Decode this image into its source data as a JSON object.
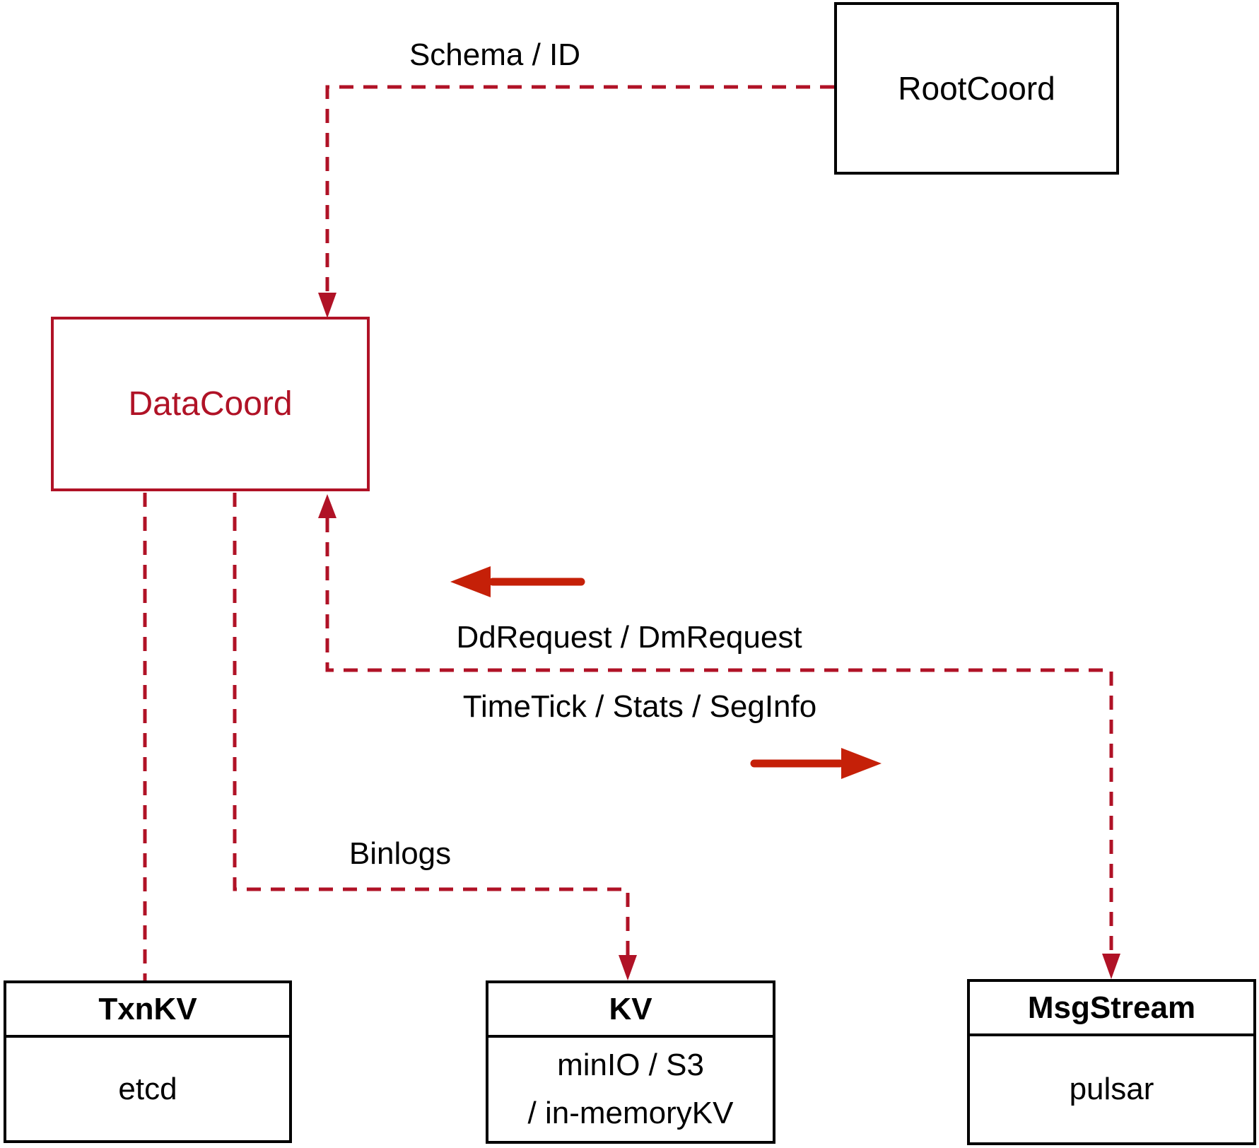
{
  "diagram": {
    "title_hint": "Milvus DataCoord interaction diagram",
    "colors": {
      "dashed_line": "#b01226",
      "accent_node": "#b01226",
      "flow_arrow": "#c52008",
      "plain_node_border": "#000000",
      "text": "#000000",
      "background": "#ffffff"
    },
    "nodes": {
      "rootcoord": {
        "label": "RootCoord"
      },
      "datacoord": {
        "label": "DataCoord"
      },
      "txnkv": {
        "title": "TxnKV",
        "body": "etcd"
      },
      "kv": {
        "title": "KV",
        "body_line1": "minIO / S3",
        "body_line2": "/ in-memoryKV"
      },
      "msgstream": {
        "title": "MsgStream",
        "body": "pulsar"
      }
    },
    "edges": {
      "schema_id": {
        "label": "Schema / ID",
        "from": "RootCoord",
        "to": "DataCoord"
      },
      "dd_request": {
        "label": "DdRequest / DmRequest",
        "direction": "left"
      },
      "time_tick": {
        "label": "TimeTick / Stats / SegInfo",
        "direction": "right"
      },
      "binlogs": {
        "label": "Binlogs",
        "from": "DataCoord",
        "to": "KV"
      },
      "txnkv_link": {
        "label": "",
        "from": "DataCoord",
        "to": "TxnKV"
      }
    }
  }
}
